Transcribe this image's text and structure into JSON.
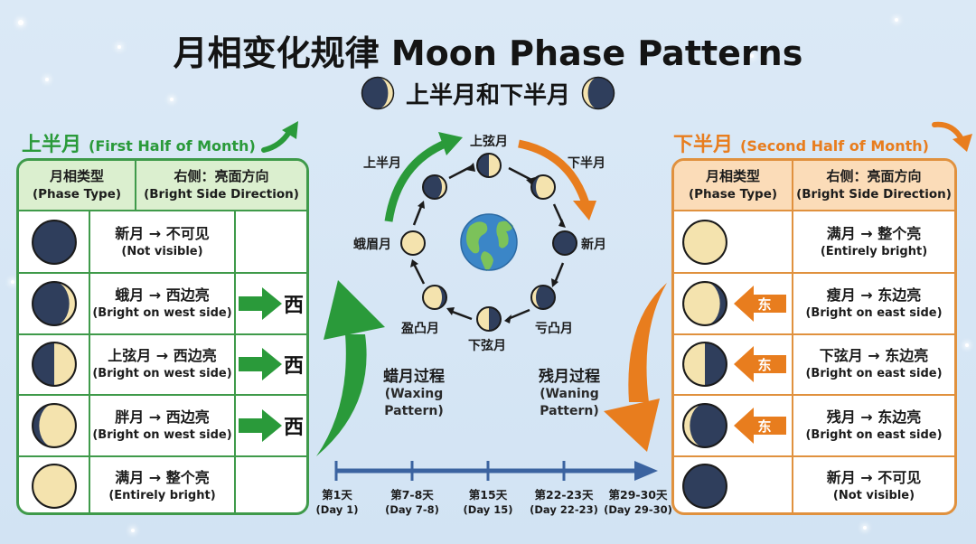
{
  "title": "月相变化规律 Moon Phase Patterns",
  "subtitle": "上半月和下半月",
  "colors": {
    "background": "#d8e7f5",
    "green": "#2a9a3a",
    "green_header": "#dbefcf",
    "orange": "#e87d1e",
    "orange_header": "#fbdcb8",
    "moon_dark": "#2f3e5c",
    "moon_bright": "#f4e3ae",
    "timeline": "#3b63a0"
  },
  "first_half": {
    "heading_cn": "上半月",
    "heading_en": "(First Half of Month)",
    "header": {
      "col1_cn": "月相类型",
      "col1_en": "(Phase Type)",
      "col2_cn": "右侧：亮面方向",
      "col2_en": "(Bright Side Direction)"
    },
    "rows": [
      {
        "phase": "new",
        "cn": "新月 → 不可见",
        "en": "(Not visible)",
        "direction": ""
      },
      {
        "phase": "waxing-crescent",
        "cn": "蛾月 → 西边亮",
        "en": "(Bright on west side)",
        "direction": "西"
      },
      {
        "phase": "first-quarter",
        "cn": "上弦月 → 西边亮",
        "en": "(Bright on west side)",
        "direction": "西"
      },
      {
        "phase": "waxing-gibbous",
        "cn": "胖月 → 西边亮",
        "en": "(Bright on west side)",
        "direction": "西"
      },
      {
        "phase": "full",
        "cn": "满月 → 整个亮",
        "en": "(Entirely bright)",
        "direction": ""
      }
    ]
  },
  "second_half": {
    "heading_cn": "下半月",
    "heading_en": "(Second Half of Month)",
    "header": {
      "col1_cn": "月相类型",
      "col1_en": "(Phase Type)",
      "col2_cn": "右侧：亮面方向",
      "col2_en": "(Bright Side Direction)"
    },
    "rows": [
      {
        "phase": "full",
        "cn": "满月 → 整个亮",
        "en": "(Entirely bright)",
        "direction": ""
      },
      {
        "phase": "waning-gibbous",
        "cn": "瘦月 → 东边亮",
        "en": "(Bright on east side)",
        "direction": "东"
      },
      {
        "phase": "third-quarter",
        "cn": "下弦月 → 东边亮",
        "en": "(Bright on east side)",
        "direction": "东"
      },
      {
        "phase": "waning-crescent",
        "cn": "残月 → 东边亮",
        "en": "(Bright on east side)",
        "direction": "东"
      },
      {
        "phase": "new",
        "cn": "新月 → 不可见",
        "en": "(Not visible)",
        "direction": ""
      }
    ]
  },
  "cycle": {
    "top": "上弦月",
    "right": "新月",
    "bottom": "下弦月",
    "left": "蛾眉月",
    "bottom_left": "盈凸月",
    "bottom_right": "亏凸月",
    "arc_left": "上半月",
    "arc_right": "下半月",
    "center_icon": "earth-globe"
  },
  "process": {
    "waxing_cn": "蜡月过程",
    "waxing_en1": "(Waxing",
    "waxing_en2": "Pattern)",
    "waning_cn": "残月过程",
    "waning_en1": "(Waning",
    "waning_en2": "Pattern)"
  },
  "timeline": {
    "ticks": [
      {
        "cn": "第1天",
        "en": "(Day 1)"
      },
      {
        "cn": "第7-8天",
        "en": "(Day 7-8)"
      },
      {
        "cn": "第15天",
        "en": "(Day 15)"
      },
      {
        "cn": "第22-23天",
        "en": "(Day 22-23)"
      },
      {
        "cn": "第29-30天",
        "en": "(Day 29-30)"
      }
    ]
  }
}
